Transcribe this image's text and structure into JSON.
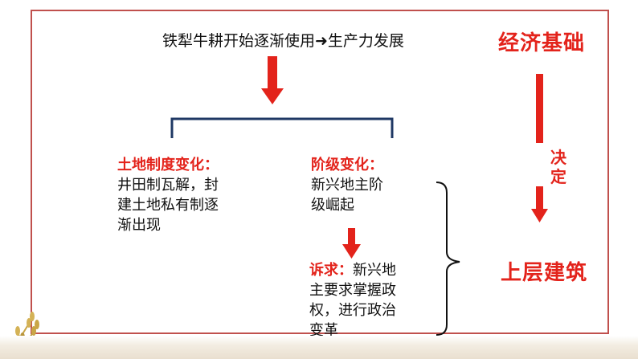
{
  "top_line": "铁犁牛耕开始逐渐使用➜生产力发展",
  "economic_base": "经济基础",
  "decides": [
    "决",
    "定"
  ],
  "superstructure": "上层建筑",
  "land_system": {
    "heading": "土地制度变化：",
    "lines": [
      "井田制瓦解，封",
      "建土地私有制逐",
      "渐出现"
    ]
  },
  "class_change": {
    "heading": "阶级变化：",
    "lines": [
      "新兴地主阶",
      "级崛起"
    ]
  },
  "demand": {
    "label": "诉求：",
    "first": "新兴地",
    "lines": [
      "主要求掌握政",
      "权，进行政治",
      "变革"
    ]
  },
  "colors": {
    "accent_red": "#e3231b",
    "frame": "#c0504d",
    "bracket": "#1f3864"
  }
}
